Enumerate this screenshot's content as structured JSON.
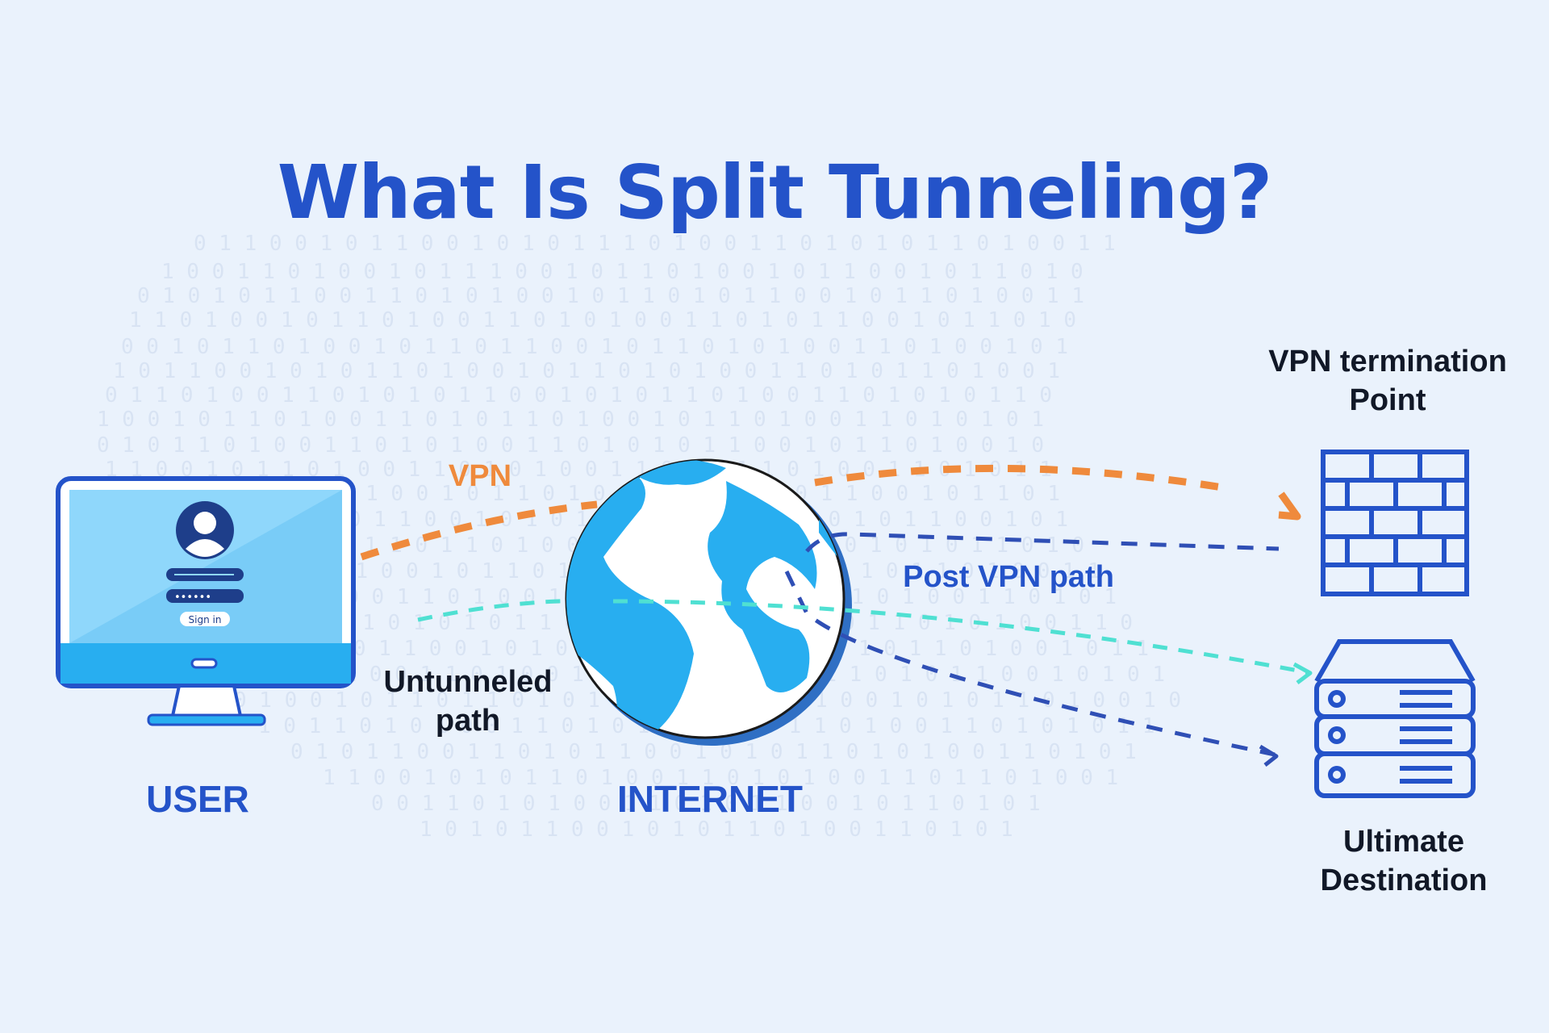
{
  "title": "What Is Split Tunneling?",
  "nodes": {
    "user": "USER",
    "internet": "INTERNET",
    "vpn_termination": [
      "VPN termination",
      "Point"
    ],
    "ultimate_destination": [
      "Ultimate",
      "Destination"
    ]
  },
  "paths": {
    "vpn": "VPN",
    "post_vpn": "Post VPN path",
    "untunneled": [
      "Untunneled",
      "path"
    ]
  },
  "monitor": {
    "sign_in": "Sign in",
    "password_mask": "••••••"
  },
  "colors": {
    "title": "#2453c9",
    "vpn_path": "#ef8a3c",
    "post_vpn_path": "#2f4fb5",
    "untunneled_path": "#4fe0d2",
    "ocean": "#28aef0",
    "icon_stroke": "#2453c9"
  }
}
